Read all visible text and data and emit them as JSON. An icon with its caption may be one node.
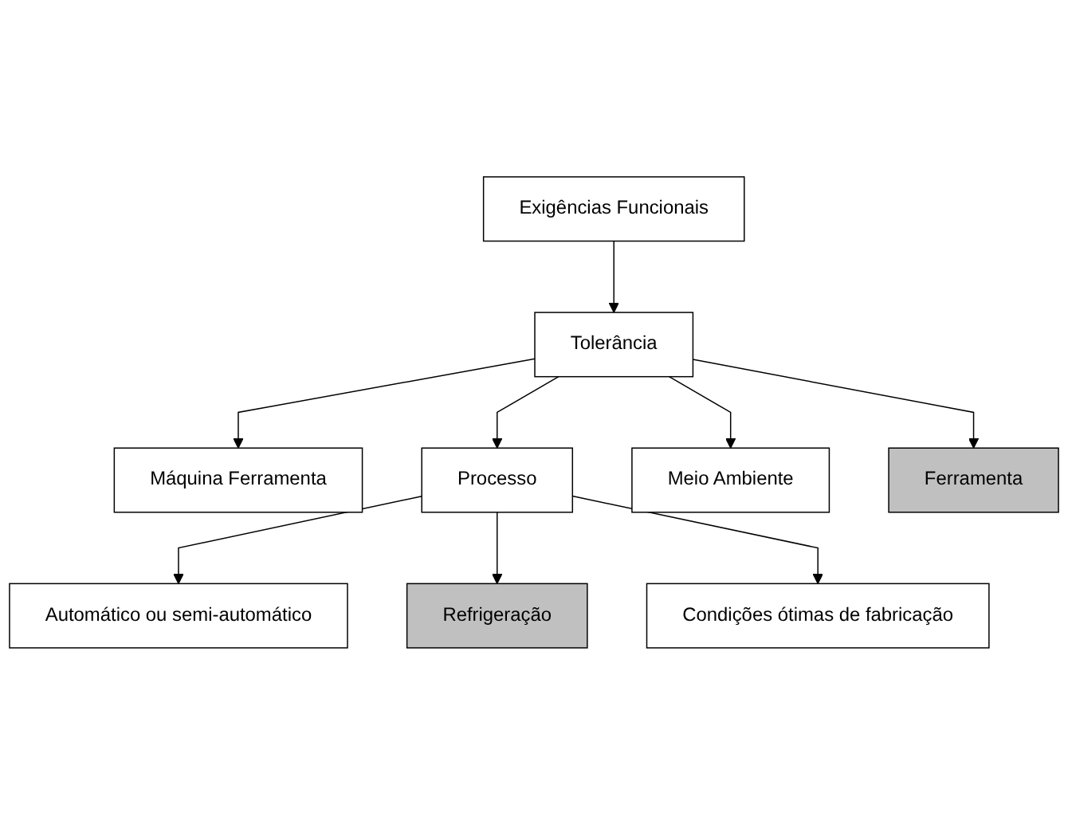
{
  "diagram": {
    "nodes": [
      {
        "text": [
          "Exigências Funcionais"
        ]
      },
      {
        "text": [
          "Tolerância"
        ]
      },
      {
        "text": [
          "Máquina Ferramenta"
        ]
      },
      {
        "text": [
          "Processo"
        ]
      },
      {
        "text": [
          "Meio Ambiente"
        ]
      },
      {
        "text": [
          "Ferramenta"
        ]
      },
      {
        "text": [
          "Automático ou semi-automático"
        ]
      },
      {
        "text": [
          "Refrigeração"
        ]
      },
      {
        "text": [
          "Condições ótimas de fabricação"
        ]
      }
    ],
    "edges": [
      {
        "from": 0,
        "to": 1,
        "arrow": "to"
      },
      {
        "from": 1,
        "to": 2,
        "arrow": "to"
      },
      {
        "from": 1,
        "to": 3,
        "arrow": "to"
      },
      {
        "from": 1,
        "to": 4,
        "arrow": "to"
      },
      {
        "from": 1,
        "to": 5,
        "arrow": "to"
      },
      {
        "from": 3,
        "to": 6,
        "arrow": "to"
      },
      {
        "from": 3,
        "to": 7,
        "arrow": "to"
      },
      {
        "from": 3,
        "to": 8,
        "arrow": "to"
      }
    ]
  }
}
